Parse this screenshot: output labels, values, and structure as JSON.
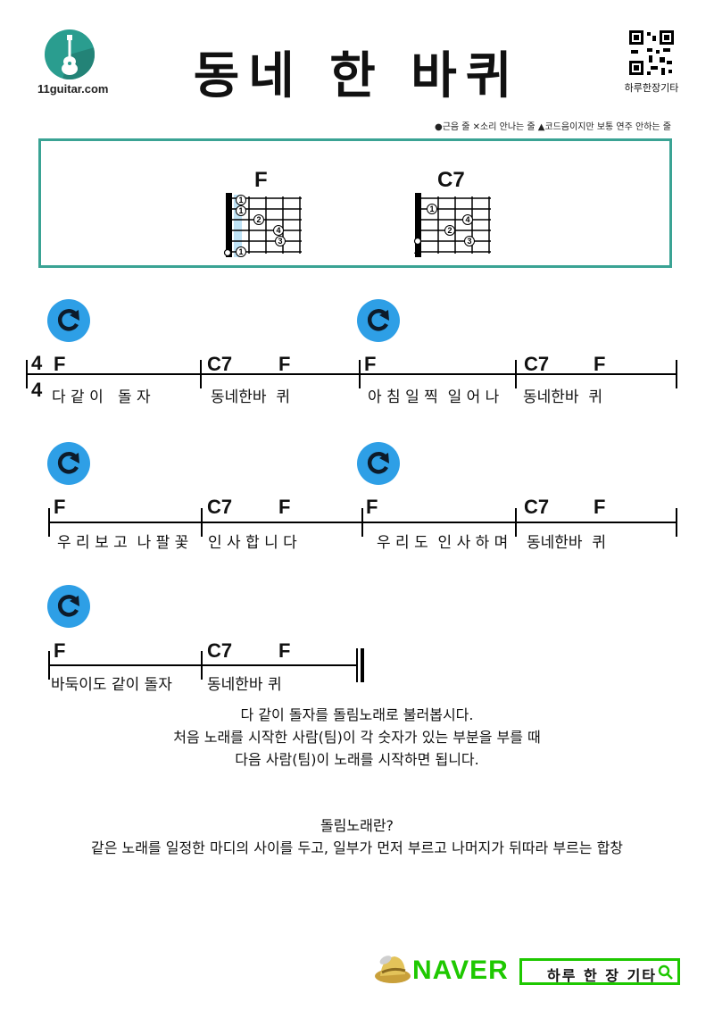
{
  "header": {
    "site": "11guitar.com",
    "title": "동네 한 바퀴",
    "qr_label": "하루한장기타",
    "legend": "●근음 줄  ✕소리 안나는 줄  ▲코드음이지만 보통 연주 안하는 줄"
  },
  "chords": [
    {
      "name": "F",
      "fingers": [
        "1",
        "1",
        "2",
        "4",
        "3",
        "1"
      ]
    },
    {
      "name": "C7",
      "fingers": [
        "1",
        "4",
        "2",
        "3"
      ]
    }
  ],
  "time_signature": {
    "top": "4",
    "bottom": "4"
  },
  "rows": [
    {
      "measures": [
        {
          "chords": [
            "F"
          ],
          "lyric": "다 같 이   돌 자"
        },
        {
          "chords": [
            "C7",
            "F"
          ],
          "lyric": "동네한바  퀴"
        },
        {
          "chords": [
            "F"
          ],
          "lyric": "아 침 일 찍  일 어 나"
        },
        {
          "chords": [
            "C7",
            "F"
          ],
          "lyric": "동네한바  퀴"
        }
      ]
    },
    {
      "measures": [
        {
          "chords": [
            "F"
          ],
          "lyric": "우 리 보 고  나 팔 꽃"
        },
        {
          "chords": [
            "C7",
            "F"
          ],
          "lyric": "인 사 합 니 다"
        },
        {
          "chords": [
            "F"
          ],
          "lyric": "우 리 도  인 사 하 며"
        },
        {
          "chords": [
            "C7",
            "F"
          ],
          "lyric": "동네한바  퀴"
        }
      ]
    },
    {
      "measures": [
        {
          "chords": [
            "F"
          ],
          "lyric": "바둑이도 같이 돌자"
        },
        {
          "chords": [
            "C7",
            "F"
          ],
          "lyric": "동네한바 퀴"
        }
      ]
    }
  ],
  "notes": {
    "lines": [
      "다 같이 돌자를 돌림노래로 불러봅시다.",
      "처음 노래를 시작한 사람(팀)이 각 숫자가 있는 부분을 부를 때",
      "다음 사람(팀)이 노래를 시작하면 됩니다."
    ],
    "def_title": "돌림노래란?",
    "def_text": "같은 노래를 일정한 마디의 사이를 두고, 일부가 먼저 부르고 나머지가 뒤따라 부르는 합창"
  },
  "footer": {
    "naver": "NAVER",
    "search_text": "하루 한 장 기타"
  },
  "colors": {
    "accent": "#3aa394",
    "icon_blue": "#2e9fe6",
    "naver_green": "#1ec800"
  }
}
